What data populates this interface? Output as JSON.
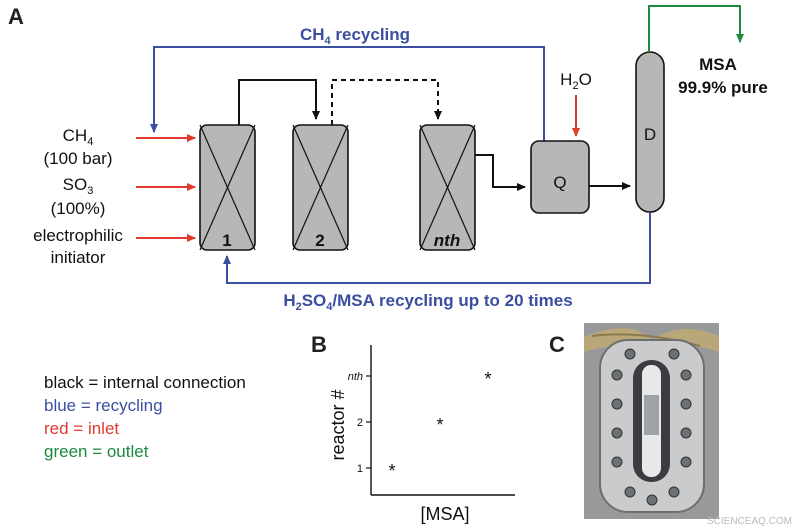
{
  "panels": {
    "a": "A",
    "b": "B",
    "c": "C"
  },
  "colors": {
    "internal": "#111111",
    "recycle": "#3a4fa0",
    "inlet": "#e03a2f",
    "outlet": "#1e8a3c",
    "vessel_fill": "#b7b7b7",
    "photo_bg": "#8d8d8d"
  },
  "flowsheet": {
    "ch4_recycling": {
      "pre": "CH",
      "sub": "4",
      "post": " recycling"
    },
    "inputs": {
      "ch4": {
        "pre": "CH",
        "sub": "4"
      },
      "ch4_cond": "(100 bar)",
      "so3": {
        "pre": "SO",
        "sub": "3"
      },
      "so3_cond": "(100%)",
      "initiator_line1": "electrophilic",
      "initiator_line2": "initiator"
    },
    "water": {
      "pre": "H",
      "sub": "2",
      "post": "O"
    },
    "reactors": [
      "1",
      "2",
      "nth"
    ],
    "quench_label": "Q",
    "distill_label": "D",
    "product_name": "MSA",
    "product_purity": "99.9% pure",
    "acid_recycling": {
      "pre": "H",
      "sub1": "2",
      "mid": "SO",
      "sub2": "4",
      "post": "/MSA recycling up to 20 times"
    }
  },
  "legend": [
    {
      "text": "black = internal connection",
      "color": "#111111"
    },
    {
      "text": "blue = recycling",
      "color": "#3a4fa0"
    },
    {
      "text": "red = inlet",
      "color": "#e03a2f"
    },
    {
      "text": "green = outlet",
      "color": "#1e8a3c"
    }
  ],
  "chart_data": {
    "type": "scatter",
    "xlabel": "[MSA]",
    "ylabel": "reactor #",
    "y_ticks": [
      "1",
      "2",
      "nth"
    ],
    "points": [
      {
        "x": 1,
        "y": "1"
      },
      {
        "x": 2,
        "y": "2"
      },
      {
        "x": 3,
        "y": "nth"
      }
    ],
    "marker": "*",
    "grid": false
  },
  "photo": {
    "icon": "sealed-reactor-photo-icon"
  },
  "watermark": "SCIENCEAQ.COM"
}
